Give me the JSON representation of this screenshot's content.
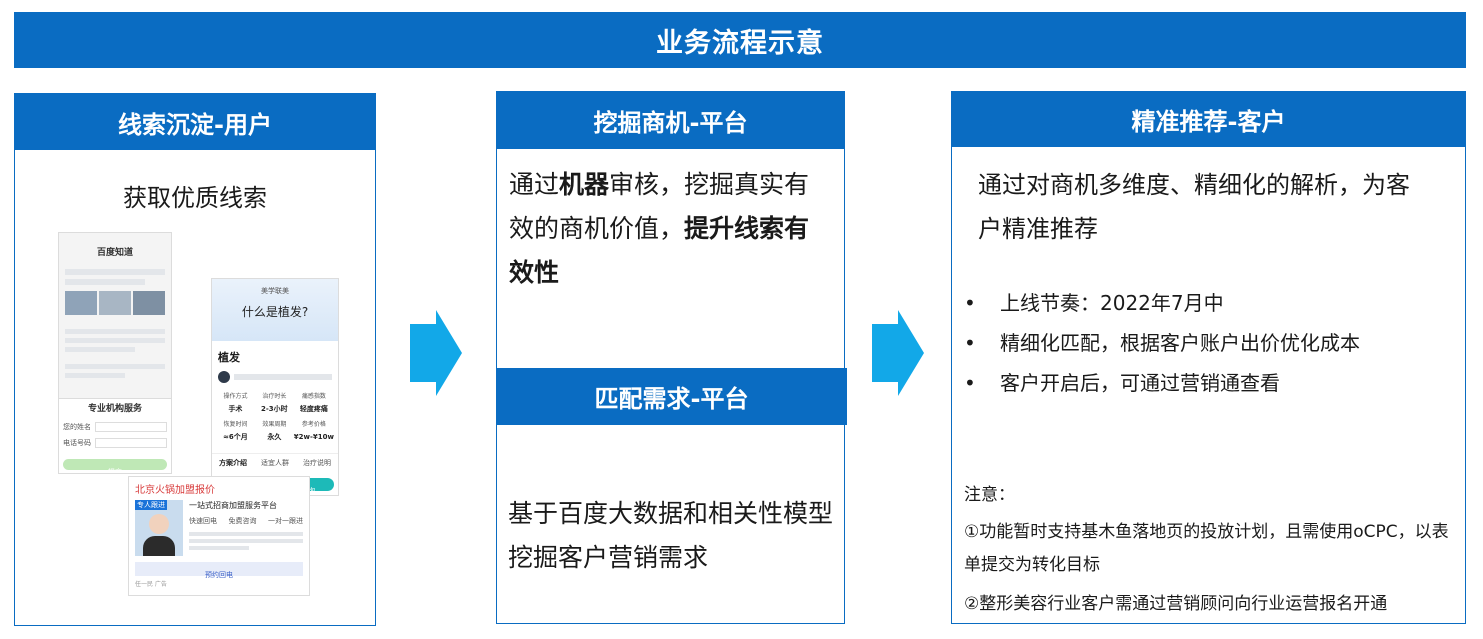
{
  "title": "业务流程示意",
  "colors": {
    "primary": "#0a6cc2",
    "arrow": "#12a8e8"
  },
  "col1": {
    "header": "线索沉淀-用户",
    "subtitle": "获取优质线索",
    "mock_ad": {
      "tag_title": "北京火锅加盟报价",
      "badge": "专人跟进",
      "line1": "一站式招商加盟服务平台",
      "features": [
        "快速回电",
        "免费咨询",
        "一对一跟进"
      ],
      "cta": "预约回电",
      "footer": "任一民 广告"
    },
    "mock_hair": {
      "brand": "美学联美",
      "headline": "什么是植发?",
      "section": "植发",
      "stats": [
        {
          "k": "操作方式",
          "v": "手术"
        },
        {
          "k": "治疗时长",
          "v": "2-3小时"
        },
        {
          "k": "痛感指数",
          "v": "轻度疼痛"
        },
        {
          "k": "恢复时间",
          "v": "≈6个月"
        },
        {
          "k": "效果周期",
          "v": "永久"
        },
        {
          "k": "参考价格",
          "v": "¥2w-¥10w"
        }
      ],
      "tabs": [
        "方案介绍",
        "适宜人群",
        "治疗说明"
      ],
      "cta": "立即咨询"
    },
    "mock_form": {
      "title": "专业机构服务",
      "field1": "您的姓名",
      "field2": "电话号码",
      "submit": "提交"
    },
    "mock_feed": {
      "header": "百度知道"
    }
  },
  "col2": {
    "header": "挖掘商机-平台",
    "text": {
      "p1": "通过",
      "b1": "机器",
      "p2": "审核，挖掘真实有效的商机价值，",
      "b2": "提升线索有效性"
    },
    "header2": "匹配需求-平台",
    "text2": "基于百度大数据和相关性模型挖掘客户营销需求"
  },
  "col3": {
    "header": "精准推荐-客户",
    "text": "通过对商机多维度、精细化的解析，为客户精准推荐",
    "bullets": [
      "上线节奏：2022年7月中",
      "精细化匹配，根据客户账户出价优化成本",
      "客户开启后，可通过营销通查看"
    ],
    "note_title": "注意：",
    "note1": "①功能暂时支持基木鱼落地页的投放计划，且需使用oCPC，以表单提交为转化目标",
    "note2": "②整形美容行业客户需通过营销顾问向行业运营报名开通"
  }
}
